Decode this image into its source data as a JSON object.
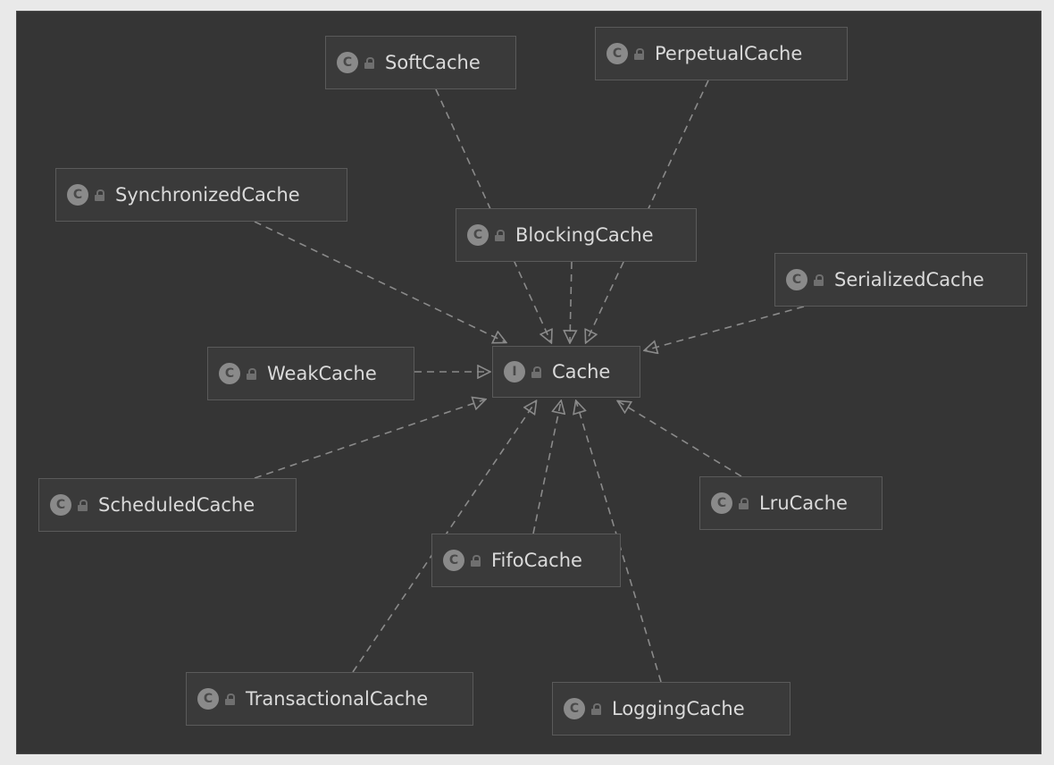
{
  "diagram": {
    "nodes": [
      {
        "id": "Cache",
        "label": "Cache",
        "badge": "I",
        "kind": "interface"
      },
      {
        "id": "SoftCache",
        "label": "SoftCache",
        "badge": "C",
        "kind": "class"
      },
      {
        "id": "PerpetualCache",
        "label": "PerpetualCache",
        "badge": "C",
        "kind": "class"
      },
      {
        "id": "SynchronizedCache",
        "label": "SynchronizedCache",
        "badge": "C",
        "kind": "class"
      },
      {
        "id": "BlockingCache",
        "label": "BlockingCache",
        "badge": "C",
        "kind": "class"
      },
      {
        "id": "SerializedCache",
        "label": "SerializedCache",
        "badge": "C",
        "kind": "class"
      },
      {
        "id": "WeakCache",
        "label": "WeakCache",
        "badge": "C",
        "kind": "class"
      },
      {
        "id": "ScheduledCache",
        "label": "ScheduledCache",
        "badge": "C",
        "kind": "class"
      },
      {
        "id": "LruCache",
        "label": "LruCache",
        "badge": "C",
        "kind": "class"
      },
      {
        "id": "FifoCache",
        "label": "FifoCache",
        "badge": "C",
        "kind": "class"
      },
      {
        "id": "TransactionalCache",
        "label": "TransactionalCache",
        "badge": "C",
        "kind": "class"
      },
      {
        "id": "LoggingCache",
        "label": "LoggingCache",
        "badge": "C",
        "kind": "class"
      }
    ],
    "edges": [
      {
        "from": "SoftCache",
        "to": "Cache",
        "type": "implements"
      },
      {
        "from": "PerpetualCache",
        "to": "Cache",
        "type": "implements"
      },
      {
        "from": "SynchronizedCache",
        "to": "Cache",
        "type": "implements"
      },
      {
        "from": "BlockingCache",
        "to": "Cache",
        "type": "implements"
      },
      {
        "from": "SerializedCache",
        "to": "Cache",
        "type": "implements"
      },
      {
        "from": "WeakCache",
        "to": "Cache",
        "type": "implements"
      },
      {
        "from": "ScheduledCache",
        "to": "Cache",
        "type": "implements"
      },
      {
        "from": "LruCache",
        "to": "Cache",
        "type": "implements"
      },
      {
        "from": "FifoCache",
        "to": "Cache",
        "type": "implements"
      },
      {
        "from": "TransactionalCache",
        "to": "Cache",
        "type": "implements"
      },
      {
        "from": "LoggingCache",
        "to": "Cache",
        "type": "implements"
      }
    ],
    "colors": {
      "background": "#353535",
      "node_border": "#5a5a5a",
      "edge": "#8a8a8a",
      "text": "#d8d8d8"
    }
  }
}
